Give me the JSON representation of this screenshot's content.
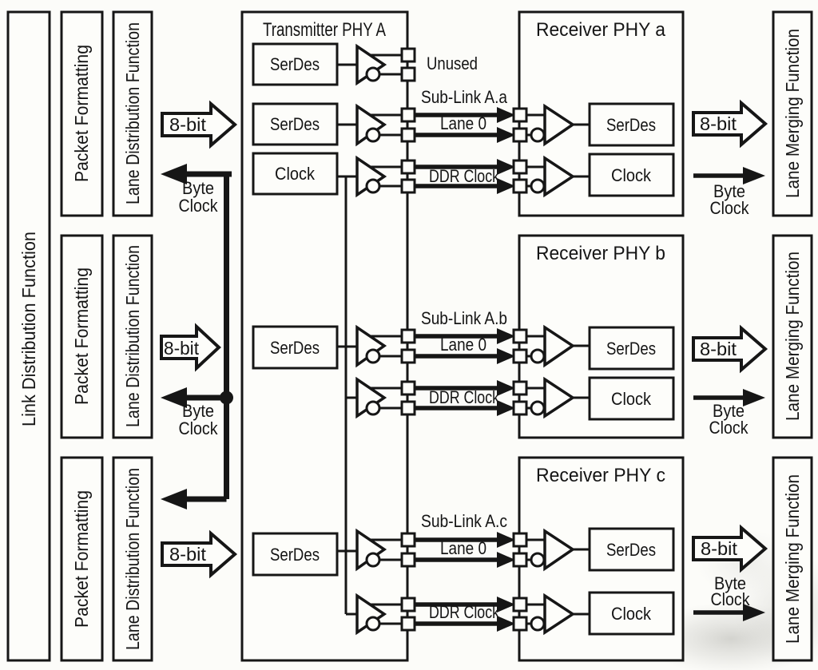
{
  "figure": {
    "background": "#fcfcf9",
    "line_color": "#161616"
  },
  "left_column": {
    "link_distribution_label": "Link Distribution Function",
    "packet_formatting_label": "Packet Formatting",
    "lane_distribution_label": "Lane Distribution Function"
  },
  "arrows": {
    "eight_bit": "8-bit",
    "byte": "Byte",
    "clock": "Clock"
  },
  "transmitter": {
    "title": "Transmitter PHY A",
    "serdes_label": "SerDes",
    "clock_label": "Clock"
  },
  "sublinks": {
    "unused": "Unused",
    "a": "Sub-Link A.a",
    "b": "Sub-Link A.b",
    "c": "Sub-Link A.c",
    "lane0": "Lane 0",
    "ddr_clock": "DDR Clock"
  },
  "receivers": [
    {
      "title": "Receiver PHY a",
      "serdes_label": "SerDes",
      "clock_label": "Clock"
    },
    {
      "title": "Receiver PHY b",
      "serdes_label": "SerDes",
      "clock_label": "Clock"
    },
    {
      "title": "Receiver PHY c",
      "serdes_label": "SerDes",
      "clock_label": "Clock"
    }
  ],
  "right_column": {
    "lane_merging_label": "Lane Merging Function"
  }
}
